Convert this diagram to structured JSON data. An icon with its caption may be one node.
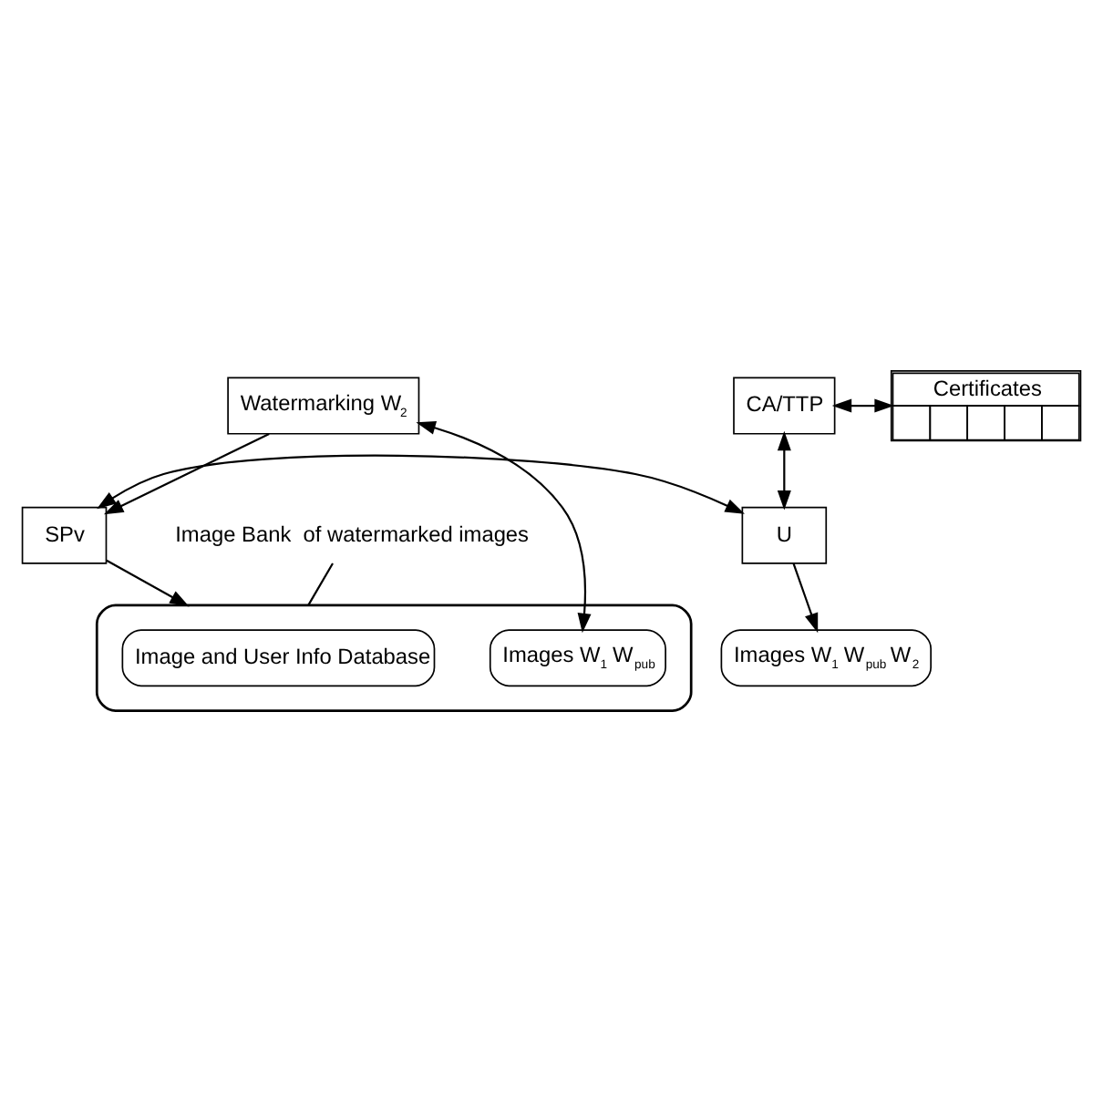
{
  "diagram": {
    "nodes": [
      {
        "text": [
          "CA/TTP"
        ]
      },
      {
        "text": [
          "Certificates"
        ]
      },
      {
        "text": [
          "SPv"
        ]
      },
      {
        "text": [
          "U"
        ]
      },
      {
        "text": [
          "Watermarking W$_{2}$"
        ]
      },
      {
        "text": [],
        "shape": "cylinder"
      },
      {
        "text": [
          "Image and User Info Database"
        ],
        "in": 5
      },
      {
        "text": [
          "Images W$_{1}$ W$_{pub}$"
        ],
        "in": 5
      },
      {
        "text": [
          "Images W$_{1}$ W$_{pub}$ W$_{2}$"
        ]
      },
      {
        "text": [
          "Image Bank  of watermarked images"
        ]
      }
    ],
    "edges": [
      {
        "from": 0,
        "to": 1,
        "arrow": "both"
      },
      {
        "from": 0,
        "to": 3,
        "arrow": "both"
      },
      {
        "from": 2,
        "to": 3,
        "arrow": "both"
      },
      {
        "from": 2,
        "to": 5,
        "arrow": "to"
      },
      {
        "from": 4,
        "to": 2,
        "arrow": "to"
      },
      {
        "from": 4,
        "to": 7,
        "arrow": "both"
      },
      {
        "from": 3,
        "to": 8,
        "arrow": "to"
      },
      {
        "from": 9,
        "to": 5,
        "arrow": "none"
      }
    ]
  }
}
